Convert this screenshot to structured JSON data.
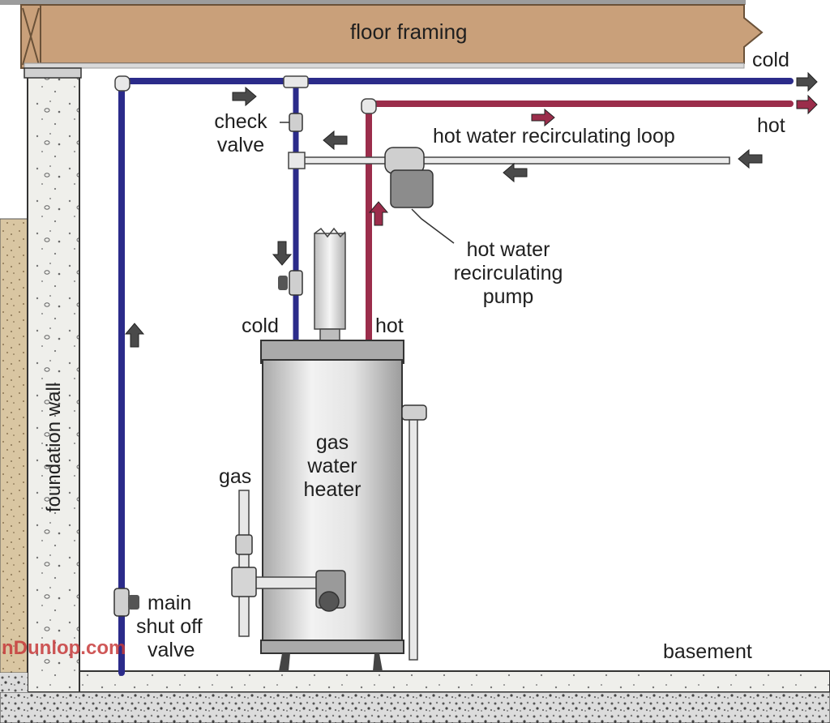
{
  "labels": {
    "floor_framing": "floor framing",
    "cold_out": "cold",
    "hot_out": "hot",
    "check_valve_line1": "check",
    "check_valve_line2": "valve",
    "recirc_loop": "hot water recirculating loop",
    "pump_line1": "hot water",
    "pump_line2": "recirculating",
    "pump_line3": "pump",
    "heater_cold": "cold",
    "heater_hot": "hot",
    "heater_line1": "gas",
    "heater_line2": "water",
    "heater_line3": "heater",
    "gas": "gas",
    "foundation_wall": "foundation wall",
    "main_line1": "main",
    "main_line2": "shut off",
    "main_line3": "valve",
    "basement": "basement"
  },
  "watermark": "nDunlop.com",
  "colors": {
    "cold_pipe": "#2b2b8a",
    "hot_pipe": "#9b2d4b",
    "return_pipe": "#e6e6e6",
    "floor_framing": "#c9a07a",
    "concrete": "#eeeeea",
    "soil": "#d8c4a0",
    "heater_body": "#d9d9d9",
    "arrow": "#4a4a4a",
    "watermark": "#c73a3a"
  }
}
